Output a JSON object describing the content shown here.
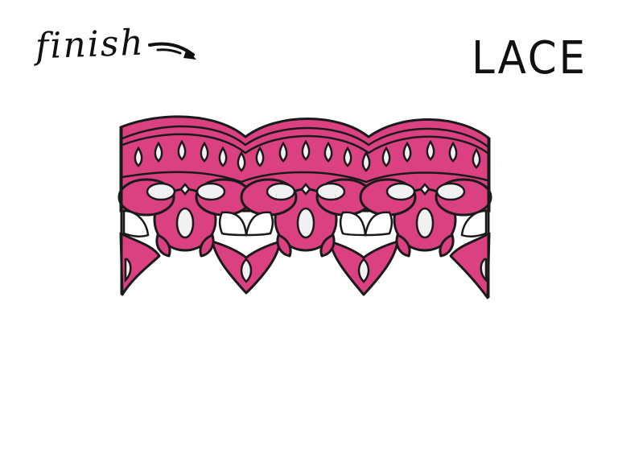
{
  "annotation": {
    "label": "finish",
    "arrow_icon": "arrow-right-down-icon"
  },
  "title": "LACE",
  "illustration": {
    "name": "lace-border-drawing",
    "colors": {
      "fill": "#db4080",
      "outline": "#1a1a1a",
      "holes": "#f1f1f3",
      "background": "#ffffff"
    },
    "scallops": 3,
    "teardrops_per_scallop": 6,
    "ovals_per_scallop": 3,
    "diamonds_per_scallop": 1,
    "hanging_points": 4
  }
}
